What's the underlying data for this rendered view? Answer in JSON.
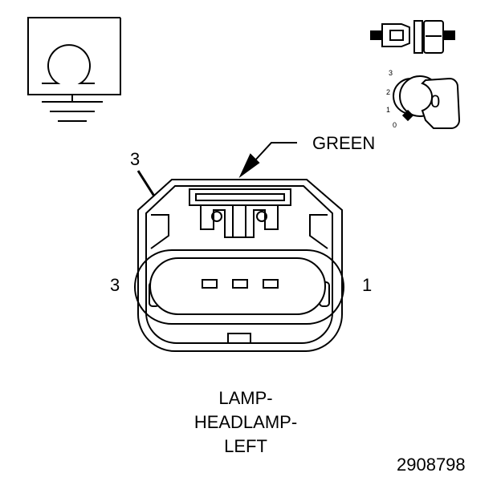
{
  "connector": {
    "color_label": "GREEN",
    "pin_callout": "3",
    "cavity_left": "3",
    "cavity_right": "1"
  },
  "lock_icon": {
    "scale": [
      "3",
      "2",
      "1",
      "0"
    ],
    "key_value": "0"
  },
  "component_name": {
    "line1": "LAMP-",
    "line2": "HEADLAMP-",
    "line3": "LEFT"
  },
  "figure_id": "2908798",
  "icons": [
    "ground-symbol-icon",
    "connector-plug-icon",
    "ignition-lock-icon"
  ]
}
